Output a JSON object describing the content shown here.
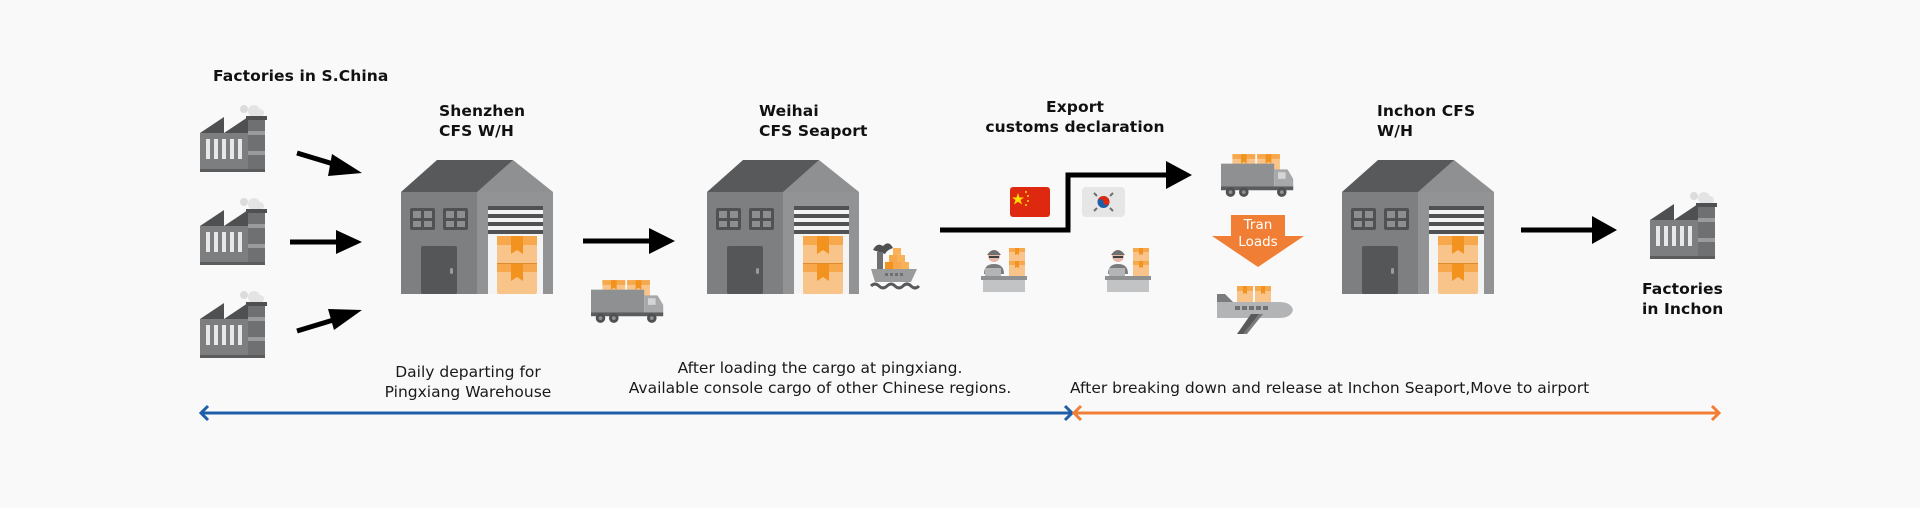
{
  "title": "S.China to Inchon sea-air logistics flow",
  "nodes": {
    "origin_factories": {
      "label": "Factories in S.China",
      "count": 3
    },
    "shenzhen": {
      "line1": "Shenzhen",
      "line2": "CFS W/H"
    },
    "weihai": {
      "line1": "Weihai",
      "line2": "CFS Seaport"
    },
    "customs": {
      "line1": "Export",
      "line2": "customs declaration"
    },
    "inchon": {
      "line1": "Inchon CFS",
      "line2": "W/H"
    },
    "destination": {
      "line1": "Factories",
      "line2": "in Inchon"
    }
  },
  "transload": {
    "line1": "Tran",
    "line2": "Loads"
  },
  "flags": {
    "origin": "china-flag",
    "destination": "korea-flag"
  },
  "transport_icons": [
    "truck-icon",
    "ship-icon",
    "customs-officer-icon",
    "truck-icon",
    "airplane-icon"
  ],
  "captions": {
    "daily_line1": "Daily departing for",
    "daily_line2": "Pingxiang Warehouse",
    "loading_line1": "After loading the cargo at pingxiang.",
    "loading_line2": "Available console cargo of other Chinese regions.",
    "breaking": "After breaking down and release at Inchon Seaport,Move to airport"
  },
  "timeline": {
    "segments": [
      {
        "name": "china-segment",
        "color": "#1f5fa8"
      },
      {
        "name": "korea-segment",
        "color": "#f07f35"
      }
    ]
  },
  "colors": {
    "accent_orange": "#f07f35",
    "box_orange": "#f9c48a",
    "building_gray": "#8c8c8e",
    "roof_dark": "#58595b",
    "china_red": "#de2910",
    "blue_line": "#1f5fa8"
  }
}
